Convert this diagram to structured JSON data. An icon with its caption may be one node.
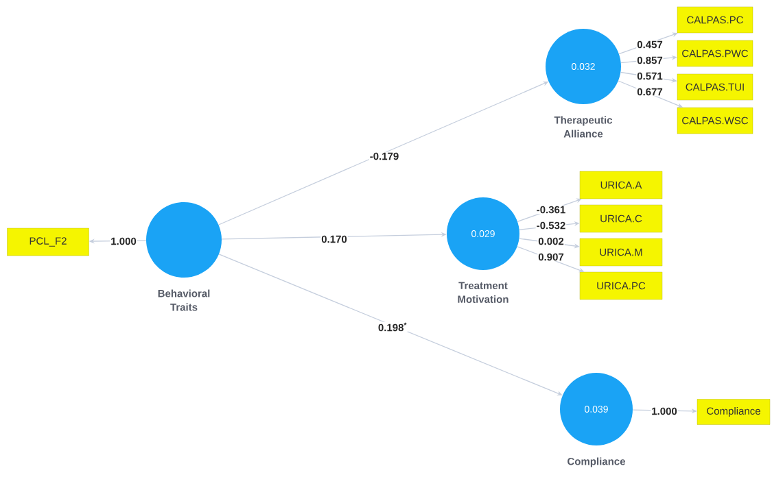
{
  "diagram": {
    "nodes": [
      {
        "text": [
          "PCL_F2"
        ]
      },
      {
        "text": [
          "Behavioral Traits"
        ]
      },
      {
        "text": [
          "0.032",
          "Therapeutic Alliance"
        ]
      },
      {
        "text": [
          "CALPAS.PC"
        ]
      },
      {
        "text": [
          "CALPAS.PWC"
        ]
      },
      {
        "text": [
          "CALPAS.TUI"
        ]
      },
      {
        "text": [
          "CALPAS.WSC"
        ]
      },
      {
        "text": [
          "0.029",
          "Treatment Motivation"
        ]
      },
      {
        "text": [
          "URICA.A"
        ]
      },
      {
        "text": [
          "URICA.C"
        ]
      },
      {
        "text": [
          "URICA.M"
        ]
      },
      {
        "text": [
          "URICA.PC"
        ]
      },
      {
        "text": [
          "0.039",
          "Compliance"
        ]
      },
      {
        "text": [
          "Compliance"
        ]
      }
    ],
    "edges": [
      {
        "from": 1,
        "to": 0,
        "arrow": "to",
        "label": "1.000"
      },
      {
        "from": 1,
        "to": 2,
        "arrow": "to",
        "label": "-0.179"
      },
      {
        "from": 1,
        "to": 7,
        "arrow": "to",
        "label": "0.170"
      },
      {
        "from": 1,
        "to": 12,
        "arrow": "to",
        "label": "0.198$^{*}$"
      },
      {
        "from": 2,
        "to": 3,
        "arrow": "to",
        "label": "0.457"
      },
      {
        "from": 2,
        "to": 4,
        "arrow": "to",
        "label": "0.857"
      },
      {
        "from": 2,
        "to": 5,
        "arrow": "to",
        "label": "0.571"
      },
      {
        "from": 2,
        "to": 6,
        "arrow": "to",
        "label": "0.677"
      },
      {
        "from": 7,
        "to": 8,
        "arrow": "to",
        "label": "-0.361"
      },
      {
        "from": 7,
        "to": 9,
        "arrow": "to",
        "label": "-0.532"
      },
      {
        "from": 7,
        "to": 10,
        "arrow": "to",
        "label": "0.002"
      },
      {
        "from": 7,
        "to": 11,
        "arrow": "to",
        "label": "0.907"
      },
      {
        "from": 12,
        "to": 13,
        "arrow": "to",
        "label": "1.000"
      }
    ]
  }
}
